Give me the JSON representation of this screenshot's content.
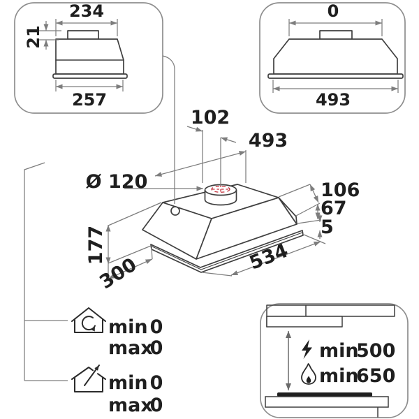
{
  "side_view": {
    "top_width": "234",
    "collar_height": "21",
    "bottom_width": "257"
  },
  "front_view": {
    "top_width": "0",
    "bottom_width": "493"
  },
  "perspective_view": {
    "duct_offset": "102",
    "duct_distance": "493",
    "duct_diameter": "Ø 120",
    "height": "177",
    "depth": "300",
    "length": "534",
    "top_section_height": "106",
    "mid_section_height": "67",
    "flange_height": "5"
  },
  "modes": {
    "recirculation": {
      "min_label": "min",
      "min_value": "0",
      "max_label": "max",
      "max_value": "0"
    },
    "extraction": {
      "min_label": "min",
      "min_value": "0",
      "max_label": "max",
      "max_value": "0"
    }
  },
  "clearances": {
    "electric": {
      "label": "min",
      "value": "500"
    },
    "gas": {
      "label": "min",
      "value": "650"
    }
  },
  "colors": {
    "outline": "#3f3f3f",
    "dimension_lines": "#7d7d7d",
    "text": "#1f1f1f",
    "accent_red": "#c5333e"
  }
}
